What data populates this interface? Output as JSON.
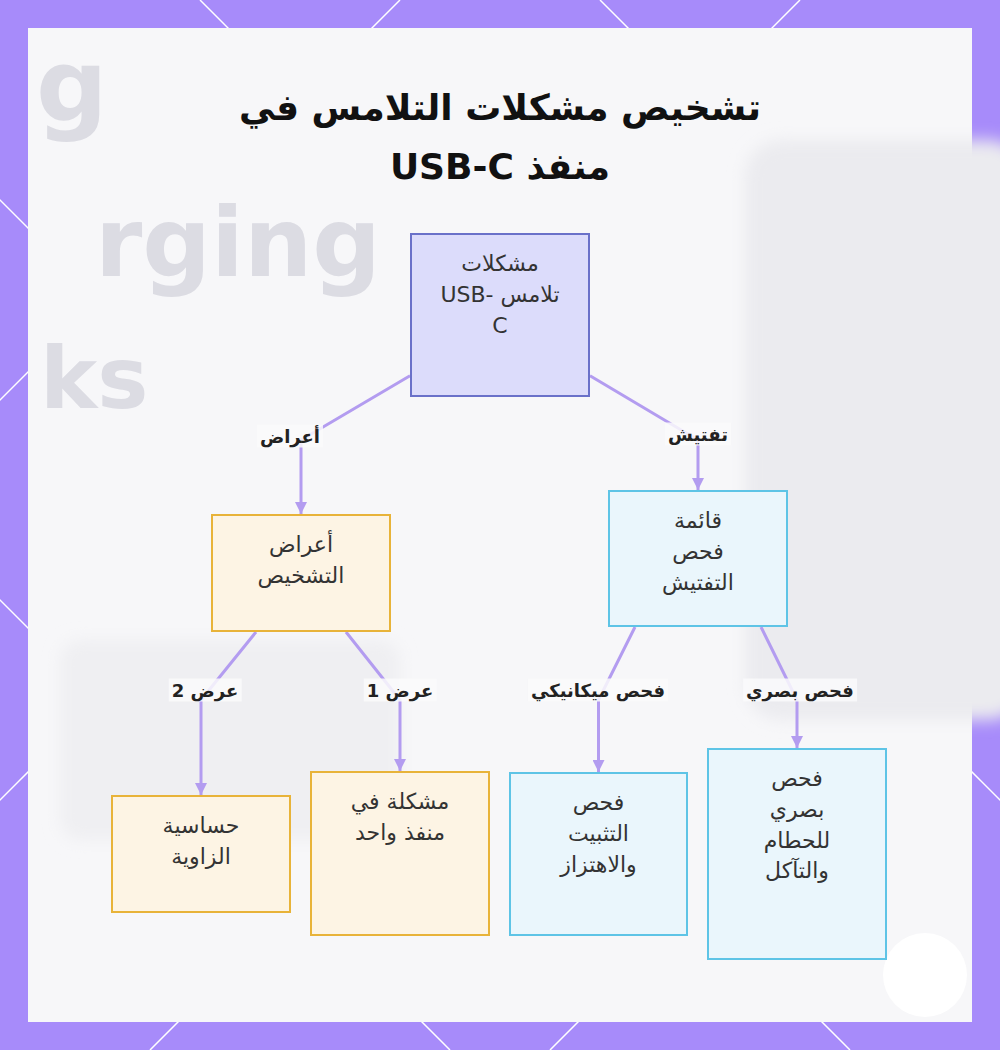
{
  "diagram": {
    "title": "تشخيص مشكلات التلامس في منفذ USB-C",
    "nodes": [
      {
        "text": [
          "مشكلات تلامس USB-C"
        ]
      },
      {
        "text": [
          "قائمة فحص التفتيش"
        ]
      },
      {
        "text": [
          "أعراض التشخيص"
        ]
      },
      {
        "text": [
          "فحص بصري للحطام والتآكل"
        ]
      },
      {
        "text": [
          "فحص التثبيت والاهتزاز"
        ]
      },
      {
        "text": [
          "مشكلة في منفذ واحد"
        ]
      },
      {
        "text": [
          "حساسية الزاوية"
        ]
      }
    ],
    "edges": [
      {
        "from": 0,
        "to": 1,
        "label": "تفتيش",
        "arrow": "to"
      },
      {
        "from": 0,
        "to": 2,
        "label": "أعراض",
        "arrow": "to"
      },
      {
        "from": 1,
        "to": 3,
        "label": "فحص بصري",
        "arrow": "to"
      },
      {
        "from": 1,
        "to": 4,
        "label": "فحص ميكانيكي",
        "arrow": "to"
      },
      {
        "from": 2,
        "to": 5,
        "label": "عرض 1",
        "arrow": "to"
      },
      {
        "from": 2,
        "to": 6,
        "label": "عرض 2",
        "arrow": "to"
      }
    ],
    "labels": [
      "g",
      "rging",
      "ks"
    ]
  }
}
